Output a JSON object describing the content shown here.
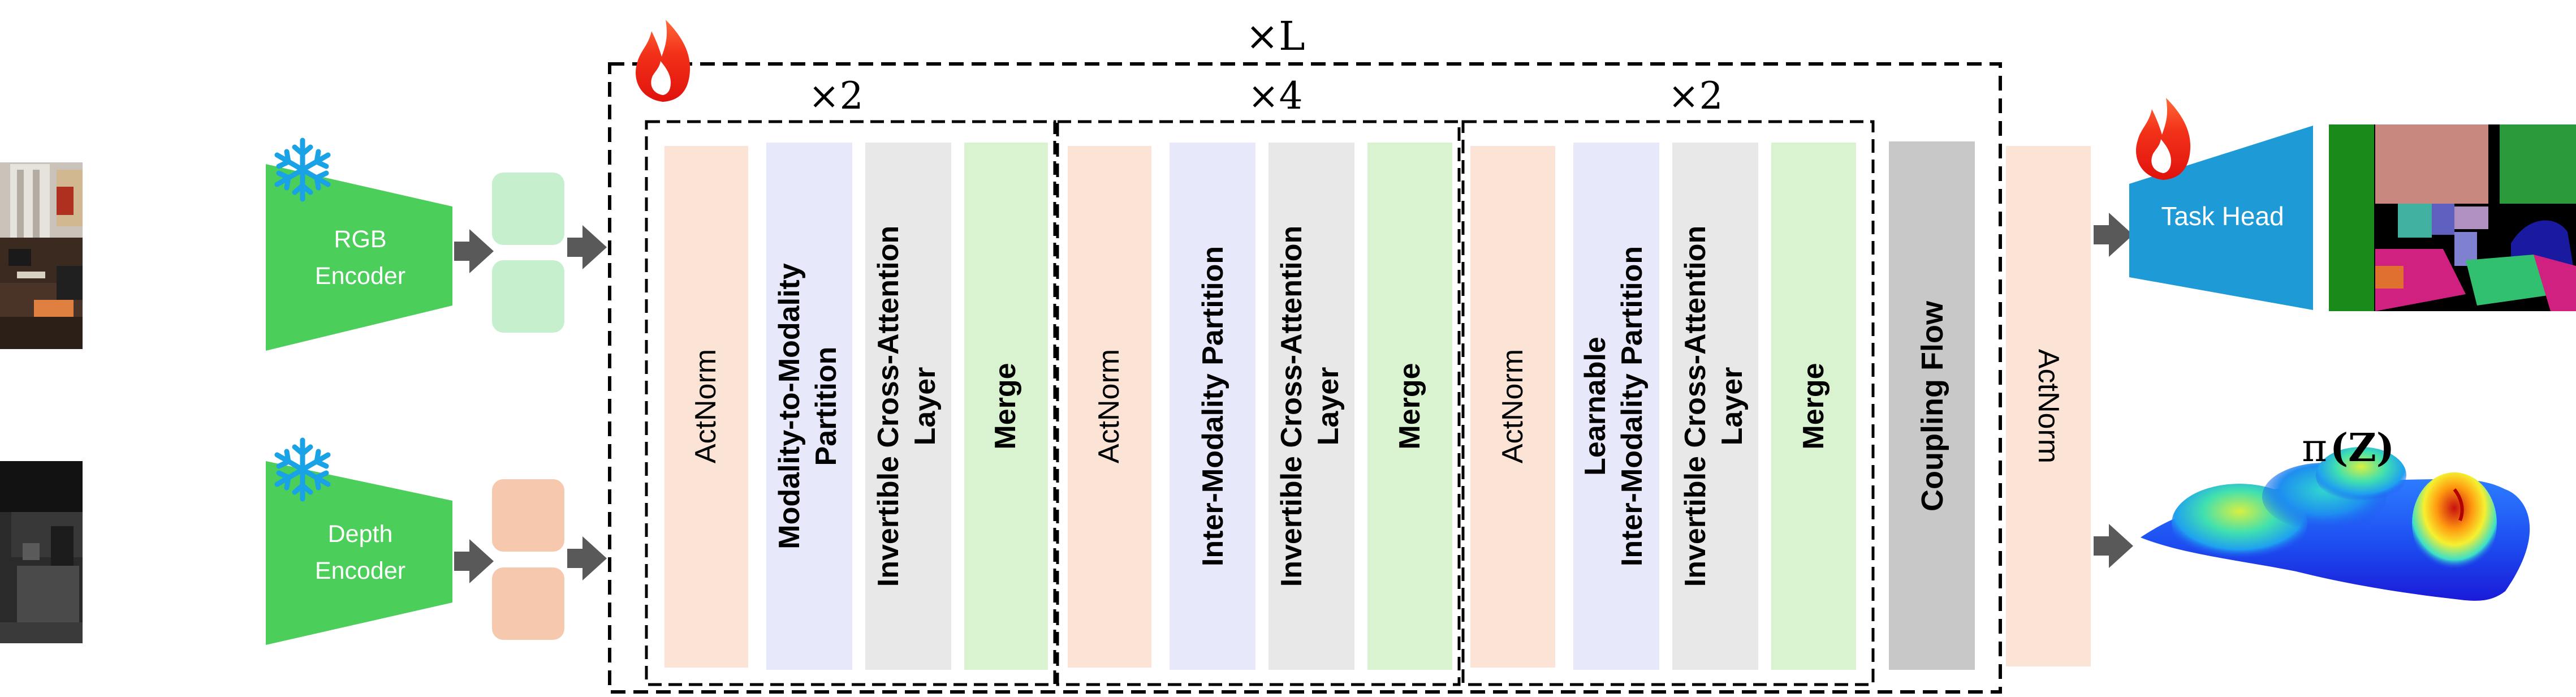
{
  "encoders": {
    "rgb": {
      "label_line1": "RGB",
      "label_line2": "Encoder",
      "frozen_icon": "snowflake-icon"
    },
    "depth": {
      "label_line1": "Depth",
      "label_line2": "Encoder",
      "frozen_icon": "snowflake-icon"
    }
  },
  "outer_block": {
    "repeat": "×L",
    "trainable_icon": "flame-icon"
  },
  "stage1": {
    "repeat": "×2",
    "layers": [
      {
        "line1": "ActNorm"
      },
      {
        "line1": "Modality-to-Modality",
        "line2": "Partition"
      },
      {
        "line1": "Invertible Cross-Attention",
        "line2": "Layer"
      },
      {
        "line1": "Merge"
      }
    ]
  },
  "stage2": {
    "repeat": "×4",
    "layers": [
      {
        "line1": "ActNorm"
      },
      {
        "line1": "Inter-Modality Partition"
      },
      {
        "line1": "Invertible Cross-Attention",
        "line2": "Layer"
      },
      {
        "line1": "Merge"
      }
    ]
  },
  "stage3": {
    "repeat": "×2",
    "layers": [
      {
        "line1": "ActNorm"
      },
      {
        "line1": "Learnable",
        "line2": "Inter-Modality Partition"
      },
      {
        "line1": "Invertible Cross-Attention",
        "line2": "Layer"
      },
      {
        "line1": "Merge"
      }
    ]
  },
  "coupling": {
    "label": "Coupling Flow"
  },
  "final_actnorm": {
    "label": "ActNorm"
  },
  "task_head": {
    "label": "Task Head",
    "trainable_icon": "flame-icon"
  },
  "density": {
    "label_pi": "π",
    "label_z": "(Z)"
  },
  "colors": {
    "encoder": "#4cce5a",
    "actnorm": "#fbe3d6",
    "partition": "#e8e8fb",
    "attention": "#e8e8e8",
    "merge": "#d9f2d0",
    "coupling": "#c8c8c8",
    "task_head": "#1e9ad6",
    "rgb_token": "#c6efce",
    "depth_token": "#f6c9ae",
    "arrow": "#595959"
  }
}
